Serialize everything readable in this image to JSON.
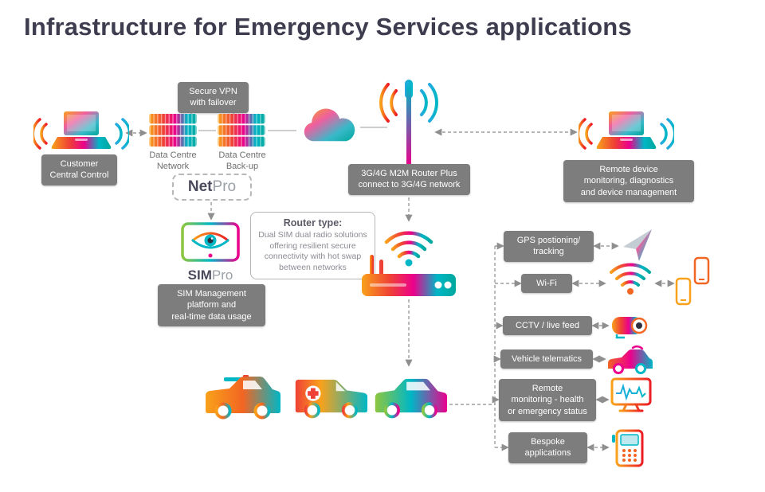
{
  "title": "Infrastructure for Emergency Services applications",
  "brands": {
    "netpro_prefix": "Net",
    "netpro_suffix": "Pro",
    "simpro_prefix": "SIM",
    "simpro_suffix": "Pro"
  },
  "nodes": {
    "customer_central_control": "Customer\nCentral Control",
    "secure_vpn": "Secure VPN\nwith failover",
    "data_centre_network": "Data Centre\nNetwork",
    "data_centre_backup": "Data Centre\nBack-up",
    "router_plus": "3G/4G M2M Router Plus\nconnect to 3G/4G network",
    "remote_device_management": "Remote device\nmonitoring, diagnostics\nand device management",
    "sim_management": "SIM Management\nplatform and\nreal-time data usage",
    "router_type_title": "Router type:",
    "router_type_body": "Dual SIM dual radio solutions\noffering resilient secure\nconnectivity with hot swap\nbetween networks"
  },
  "services": [
    {
      "label": "GPS postioning/\ntracking",
      "icon": "navigation-arrow-icon"
    },
    {
      "label": "Wi-Fi",
      "icon": "wifi-icon"
    },
    {
      "label": "CCTV / live feed",
      "icon": "cctv-camera-icon"
    },
    {
      "label": "Vehicle telematics",
      "icon": "car-icon"
    },
    {
      "label": "Remote\nmonitoring - health\nor emergency status",
      "icon": "patient-monitor-icon"
    },
    {
      "label": "Bespoke\napplications",
      "icon": "handheld-terminal-icon"
    }
  ],
  "colors": {
    "label_box_bg": "#7d7d7d",
    "label_box_text": "#ffffff",
    "title_text": "#3d3d4f",
    "connector": "#9e9e9e",
    "accent_orange": "#f9a11b",
    "accent_red": "#ef4136",
    "accent_pink": "#ec008c",
    "accent_teal": "#00b7c6",
    "accent_green": "#8dc63f"
  }
}
